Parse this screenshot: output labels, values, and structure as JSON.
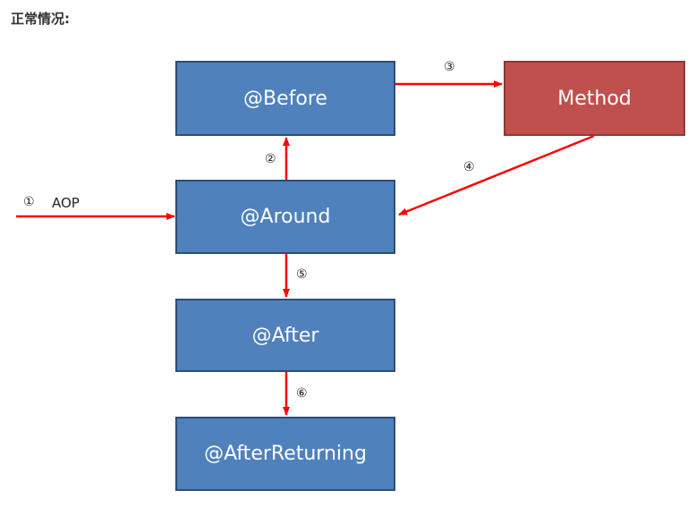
{
  "heading": "正常情况:",
  "nodes": {
    "before": "@Before",
    "method": "Method",
    "around": "@Around",
    "after": "@After",
    "after_returning": "@AfterReturning"
  },
  "steps": {
    "s1": "①",
    "s1_label": "AOP",
    "s2": "②",
    "s3": "③",
    "s4": "④",
    "s5": "⑤",
    "s6": "⑥"
  },
  "colors": {
    "box_blue": "#4f81bd",
    "box_red": "#c0504d",
    "arrow": "#ff0000"
  }
}
